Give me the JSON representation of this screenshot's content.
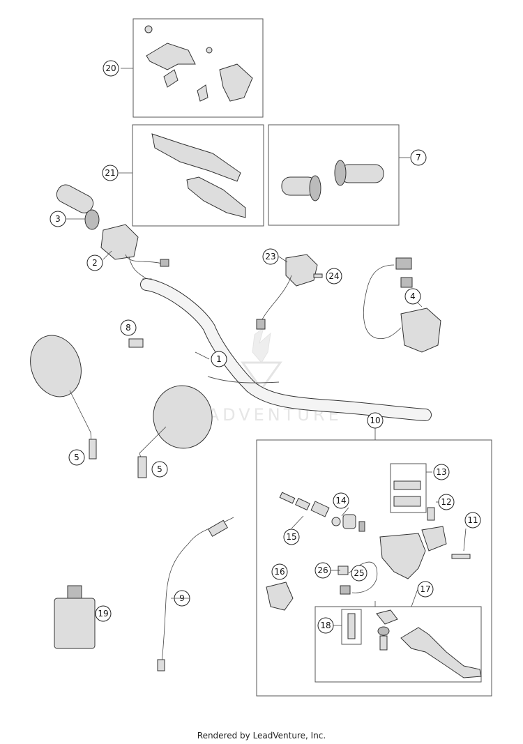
{
  "diagram": {
    "watermark": "LEADVENTURE",
    "footer": "Rendered by LeadVenture, Inc.",
    "callouts": [
      "20",
      "21",
      "7",
      "3",
      "2",
      "23",
      "24",
      "4",
      "8",
      "1",
      "5",
      "5",
      "10",
      "13",
      "12",
      "14",
      "11",
      "15",
      "16",
      "26",
      "25",
      "17",
      "18",
      "9",
      "19"
    ]
  }
}
